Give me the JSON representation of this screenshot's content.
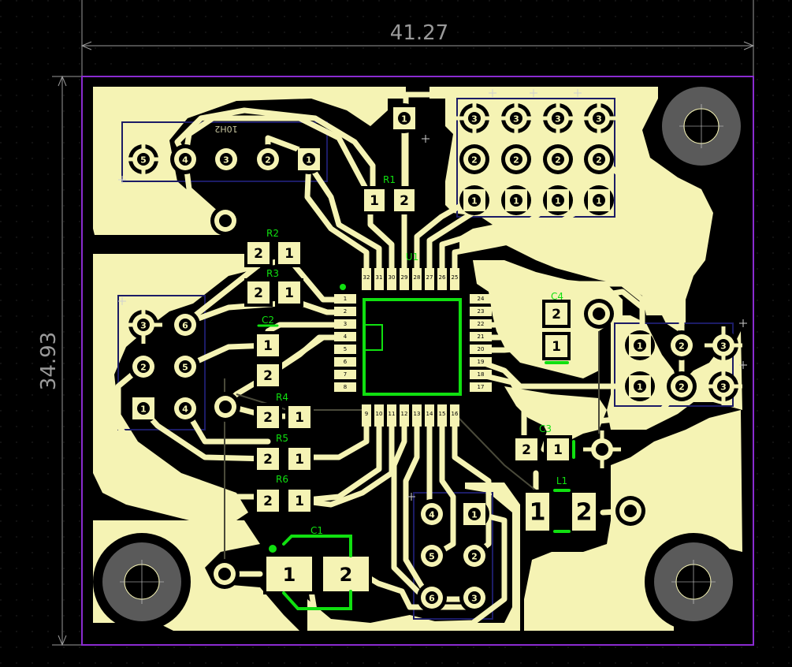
{
  "dimensions": {
    "width": "41.27",
    "height": "34.93"
  },
  "refs": {
    "r1": "R1",
    "r2": "R2",
    "r3": "R3",
    "r4": "R4",
    "r5": "R5",
    "r6": "R6",
    "c1": "C1",
    "c2": "C2",
    "c3": "C3",
    "c4": "C4",
    "l1": "L1",
    "u1": "U1",
    "hdr": "10H2"
  },
  "pins": {
    "one": "1",
    "two": "2",
    "three": "3",
    "four": "4",
    "five": "5",
    "six": "6"
  },
  "u1_pins": {
    "left": [
      "1",
      "2",
      "3",
      "4",
      "5",
      "6",
      "7",
      "8"
    ],
    "bottom": [
      "9",
      "10",
      "11",
      "12",
      "13",
      "14",
      "15",
      "16"
    ],
    "right": [
      "17",
      "18",
      "19",
      "20",
      "21",
      "22",
      "23",
      "24"
    ],
    "top": [
      "25",
      "26",
      "27",
      "28",
      "29",
      "30",
      "31",
      "32"
    ]
  },
  "colors": {
    "copper": "#f5f3b4",
    "board_bg": "#000000",
    "outline": "#8a2bd0",
    "silk": "#10e010",
    "courtyard": "#1c1c66",
    "dimension": "#9a9a9a"
  }
}
